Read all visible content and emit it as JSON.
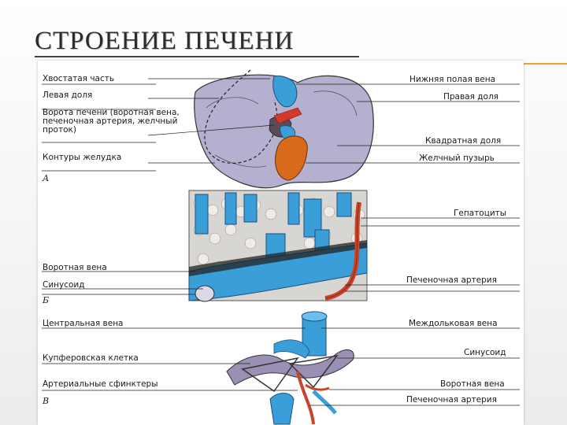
{
  "title": "СТРОЕНИЕ ПЕЧЕНИ",
  "colors": {
    "accent": "#f0a030",
    "liver": "#a9a4c6",
    "vein_blue": "#3a9fd9",
    "gallbladder": "#d86a1c",
    "artery_red": "#c8442a"
  },
  "figure": {
    "section_a": {
      "marker": "А",
      "left_labels": [
        "Хвостатая часть",
        "Левая доля",
        "Ворота печени (воротная вена, печеночная артерия, желчный проток)",
        "Контуры желудка"
      ],
      "right_labels": [
        "Нижняя полая вена",
        "Правая доля",
        "Квадратная доля",
        "Желчный пузырь"
      ]
    },
    "section_b": {
      "marker": "Б",
      "left_labels": [
        "Воротная вена",
        "Синусоид"
      ],
      "right_labels": [
        "Гепатоциты",
        "Печеночная артерия"
      ]
    },
    "section_v": {
      "marker": "В",
      "left_labels": [
        "Центральная вена",
        "Купферовская клетка",
        "Артериальные сфинктеры"
      ],
      "right_labels": [
        "Междольковая вена",
        "Синусоид",
        "Воротная вена",
        "Печеночная артерия"
      ]
    }
  }
}
